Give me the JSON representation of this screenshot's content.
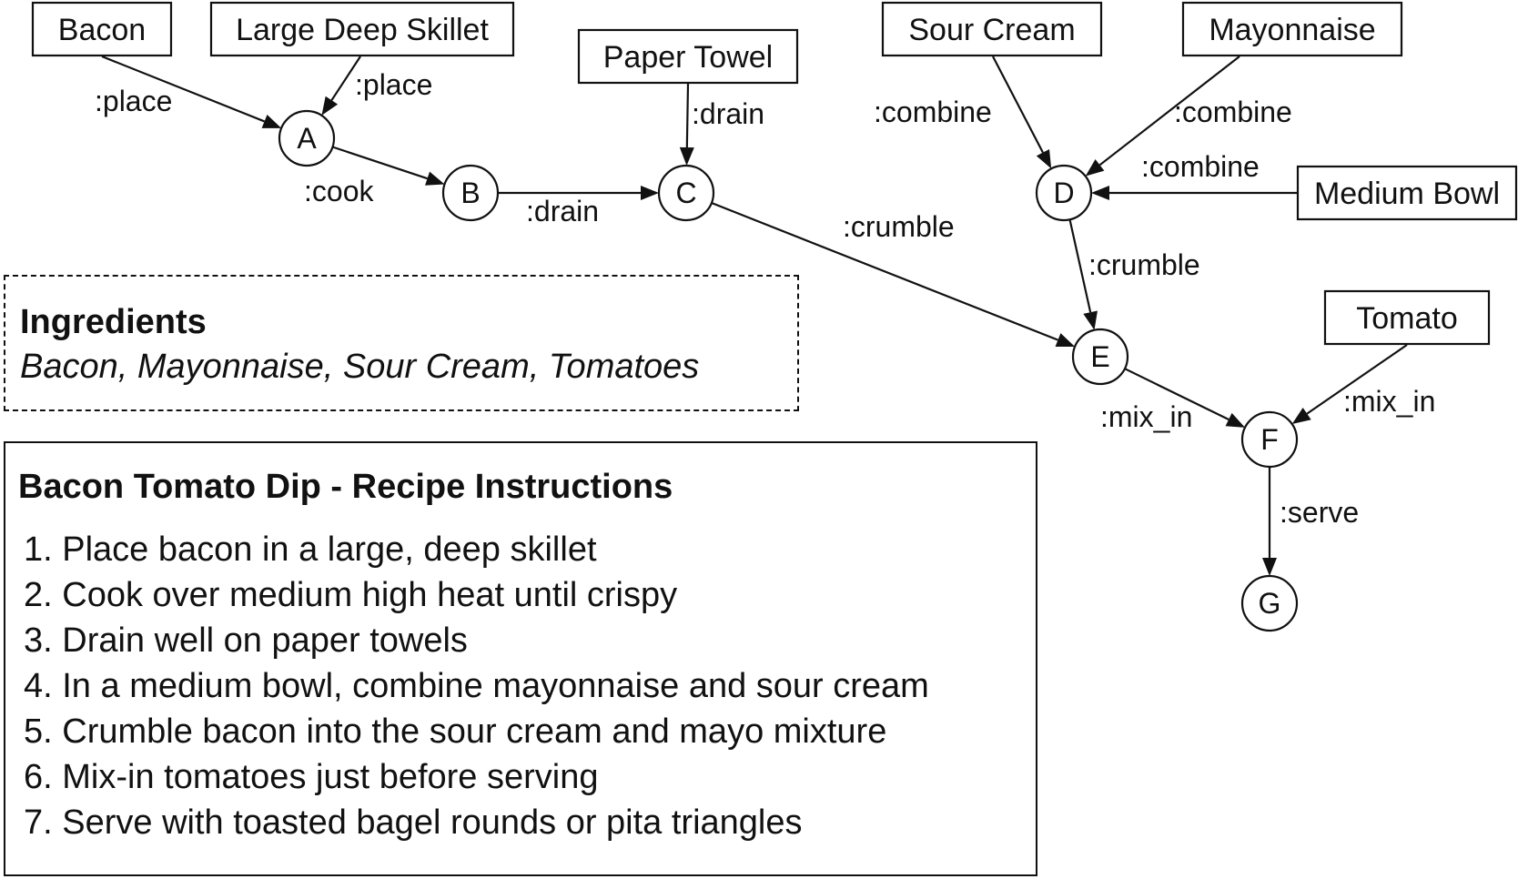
{
  "graph": {
    "boxes": [
      {
        "id": "bacon",
        "label": "Bacon"
      },
      {
        "id": "skillet",
        "label": "Large Deep Skillet"
      },
      {
        "id": "paper_towel",
        "label": "Paper Towel"
      },
      {
        "id": "sour_cream",
        "label": "Sour Cream"
      },
      {
        "id": "mayonnaise",
        "label": "Mayonnaise"
      },
      {
        "id": "medium_bowl",
        "label": "Medium Bowl"
      },
      {
        "id": "tomato",
        "label": "Tomato"
      }
    ],
    "nodes": [
      {
        "id": "A",
        "label": "A"
      },
      {
        "id": "B",
        "label": "B"
      },
      {
        "id": "C",
        "label": "C"
      },
      {
        "id": "D",
        "label": "D"
      },
      {
        "id": "E",
        "label": "E"
      },
      {
        "id": "F",
        "label": "F"
      },
      {
        "id": "G",
        "label": "G"
      }
    ],
    "edges": [
      {
        "from": "bacon",
        "to": "A",
        "label": ":place"
      },
      {
        "from": "skillet",
        "to": "A",
        "label": ":place"
      },
      {
        "from": "A",
        "to": "B",
        "label": ":cook"
      },
      {
        "from": "B",
        "to": "C",
        "label": ":drain"
      },
      {
        "from": "paper_towel",
        "to": "C",
        "label": ":drain"
      },
      {
        "from": "C",
        "to": "E",
        "label": ":crumble"
      },
      {
        "from": "sour_cream",
        "to": "D",
        "label": ":combine"
      },
      {
        "from": "mayonnaise",
        "to": "D",
        "label": ":combine"
      },
      {
        "from": "medium_bowl",
        "to": "D",
        "label": ":combine"
      },
      {
        "from": "D",
        "to": "E",
        "label": ":crumble"
      },
      {
        "from": "E",
        "to": "F",
        "label": ":mix_in"
      },
      {
        "from": "tomato",
        "to": "F",
        "label": ":mix_in"
      },
      {
        "from": "F",
        "to": "G",
        "label": ":serve"
      }
    ]
  },
  "ingredients": {
    "title": "Ingredients",
    "list": "Bacon, Mayonnaise, Sour Cream, Tomatoes"
  },
  "instructions": {
    "title": "Bacon Tomato Dip - Recipe Instructions",
    "steps": [
      "1. Place bacon in a large, deep skillet",
      "2. Cook over medium high heat until crispy",
      "3. Drain well on paper towels",
      "4. In a medium bowl, combine mayonnaise and sour cream",
      "5. Crumble bacon into the sour cream and mayo mixture",
      "6. Mix-in tomatoes just before serving",
      "7. Serve with toasted bagel rounds or pita triangles"
    ]
  }
}
